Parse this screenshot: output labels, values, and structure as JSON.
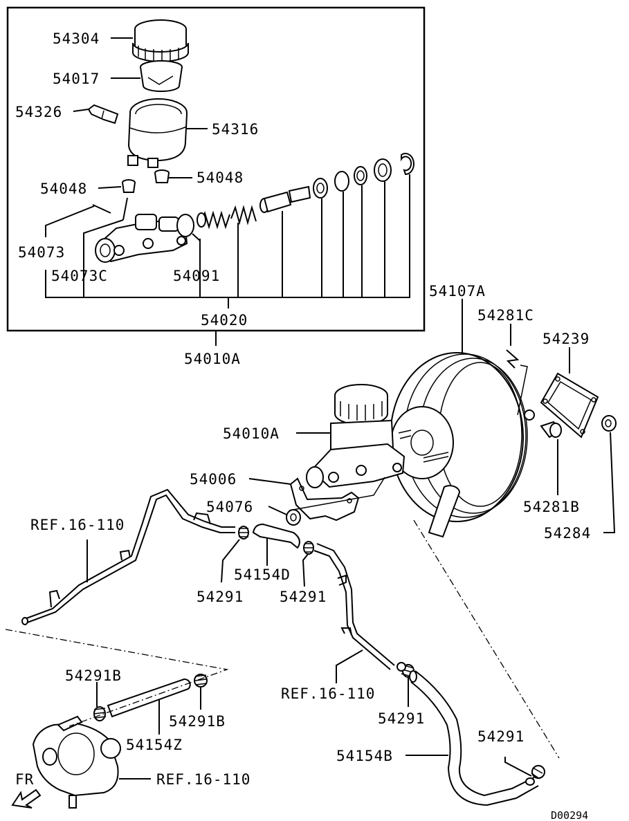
{
  "drawing_code": "D00294",
  "direction_label": "FR",
  "labels": {
    "p54304": "54304",
    "p54017": "54017",
    "p54326": "54326",
    "p54316": "54316",
    "p54048_left": "54048",
    "p54048_right": "54048",
    "p54073": "54073",
    "p54073c": "54073C",
    "p54091": "54091",
    "p54020": "54020",
    "p54010a_box": "54010A",
    "p54107a": "54107A",
    "p54281c": "54281C",
    "p54239": "54239",
    "p54010a_main": "54010A",
    "p54006": "54006",
    "p54076": "54076",
    "ref_top": "REF.16-110",
    "p54281b": "54281B",
    "p54284": "54284",
    "p54154d": "54154D",
    "p54291_a": "54291",
    "p54291_b": "54291",
    "p54291b_left": "54291B",
    "p54291b_right": "54291B",
    "ref_mid": "REF.16-110",
    "p54291_c": "54291",
    "p54154z": "54154Z",
    "p54291_d": "54291",
    "p54154b": "54154B",
    "ref_bottom": "REF.16-110"
  }
}
